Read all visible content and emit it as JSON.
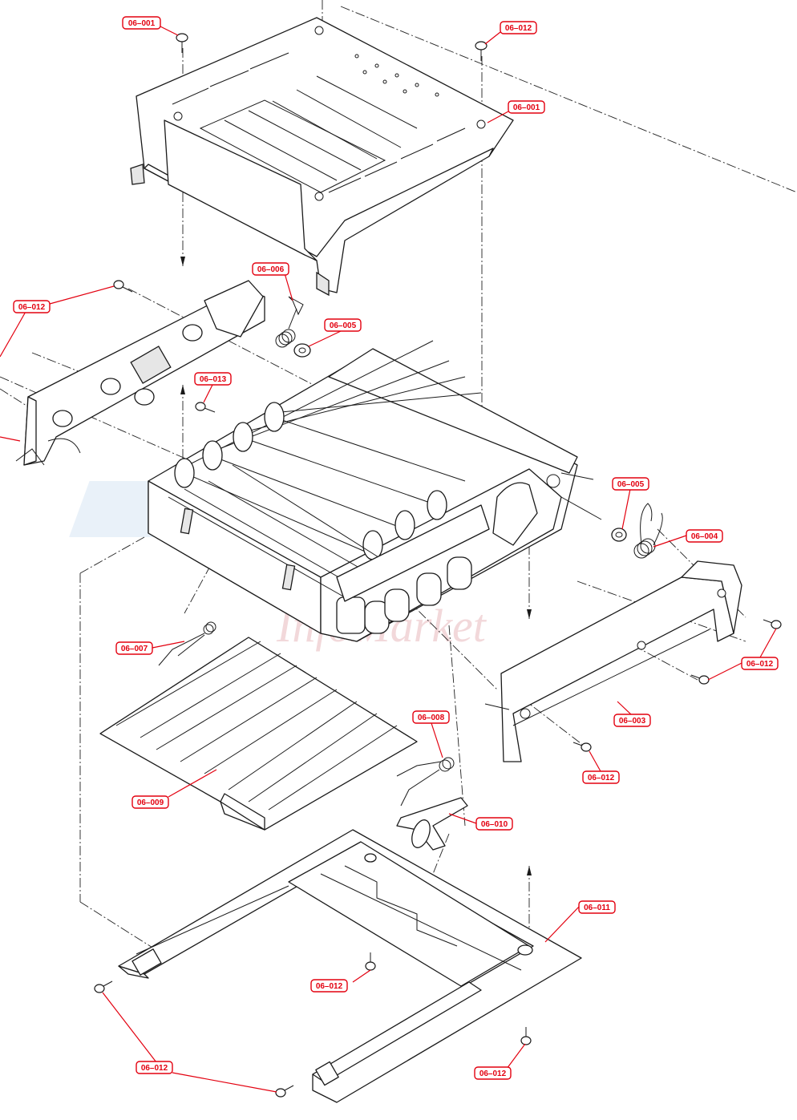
{
  "watermark": {
    "text": "InfoMarket",
    "color": "#e8b9bd"
  },
  "callout_color": "#e3000f",
  "callouts": {
    "c1": "06–001",
    "c2": "06–012",
    "c3": "06–001",
    "c4": "06–006",
    "c5": "06–012",
    "c6": "06–005",
    "c7": "06–013",
    "c8": "06–005",
    "c9": "06–004",
    "c10": "06–012",
    "c11": "06–003",
    "c12": "06–007",
    "c13": "06–008",
    "c14": "06–012",
    "c15": "06–009",
    "c16": "06–010",
    "c17": "06–011",
    "c18": "06–012",
    "c19": "06–012",
    "c20": "06–012"
  }
}
